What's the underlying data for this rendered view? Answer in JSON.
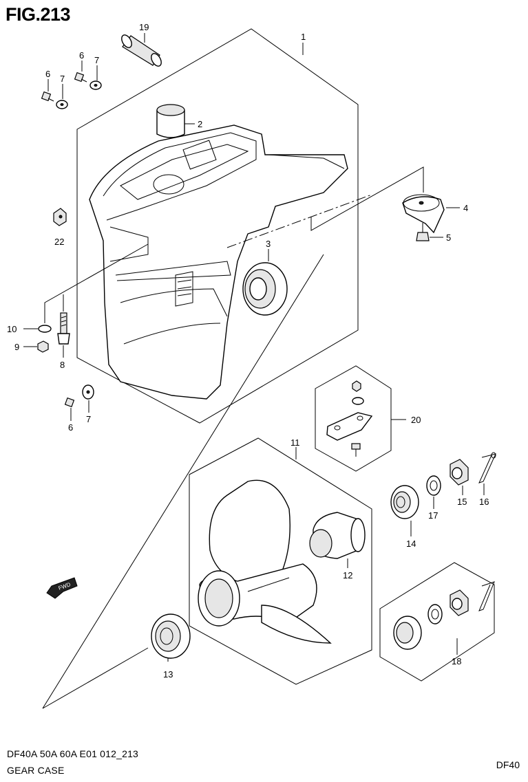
{
  "figure": {
    "title": "FIG.213"
  },
  "footer": {
    "code": "DF40A 50A 60A E01 012_213",
    "name": "GEAR CASE",
    "model": "DF40"
  },
  "callouts": {
    "p1": "1",
    "p2": "2",
    "p3": "3",
    "p4": "4",
    "p5": "5",
    "p6a": "6",
    "p6b": "6",
    "p6c": "6",
    "p7a": "7",
    "p7b": "7",
    "p7c": "7",
    "p8": "8",
    "p9": "9",
    "p10": "10",
    "p11": "11",
    "p12": "12",
    "p13": "13",
    "p14": "14",
    "p15": "15",
    "p16": "16",
    "p17": "17",
    "p18": "18",
    "p19": "19",
    "p20": "20",
    "p22": "22"
  },
  "icons": {
    "direction_arrow": "forward-arrow-icon",
    "direction_text": "FWD"
  }
}
